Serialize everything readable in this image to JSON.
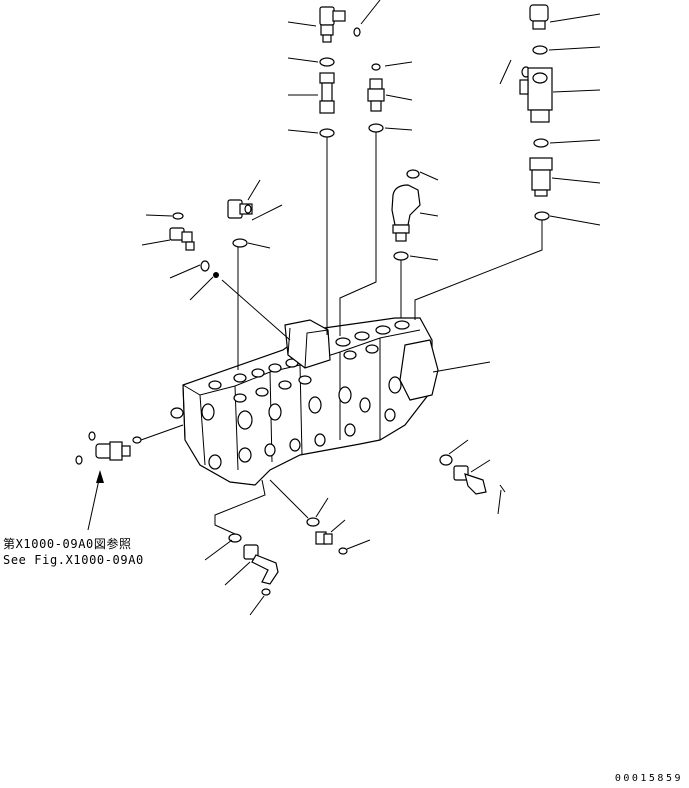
{
  "reference": {
    "japanese": "第X1000-09A0図参照",
    "english": "See Fig.X1000-09A0"
  },
  "figure_number": "00015859"
}
